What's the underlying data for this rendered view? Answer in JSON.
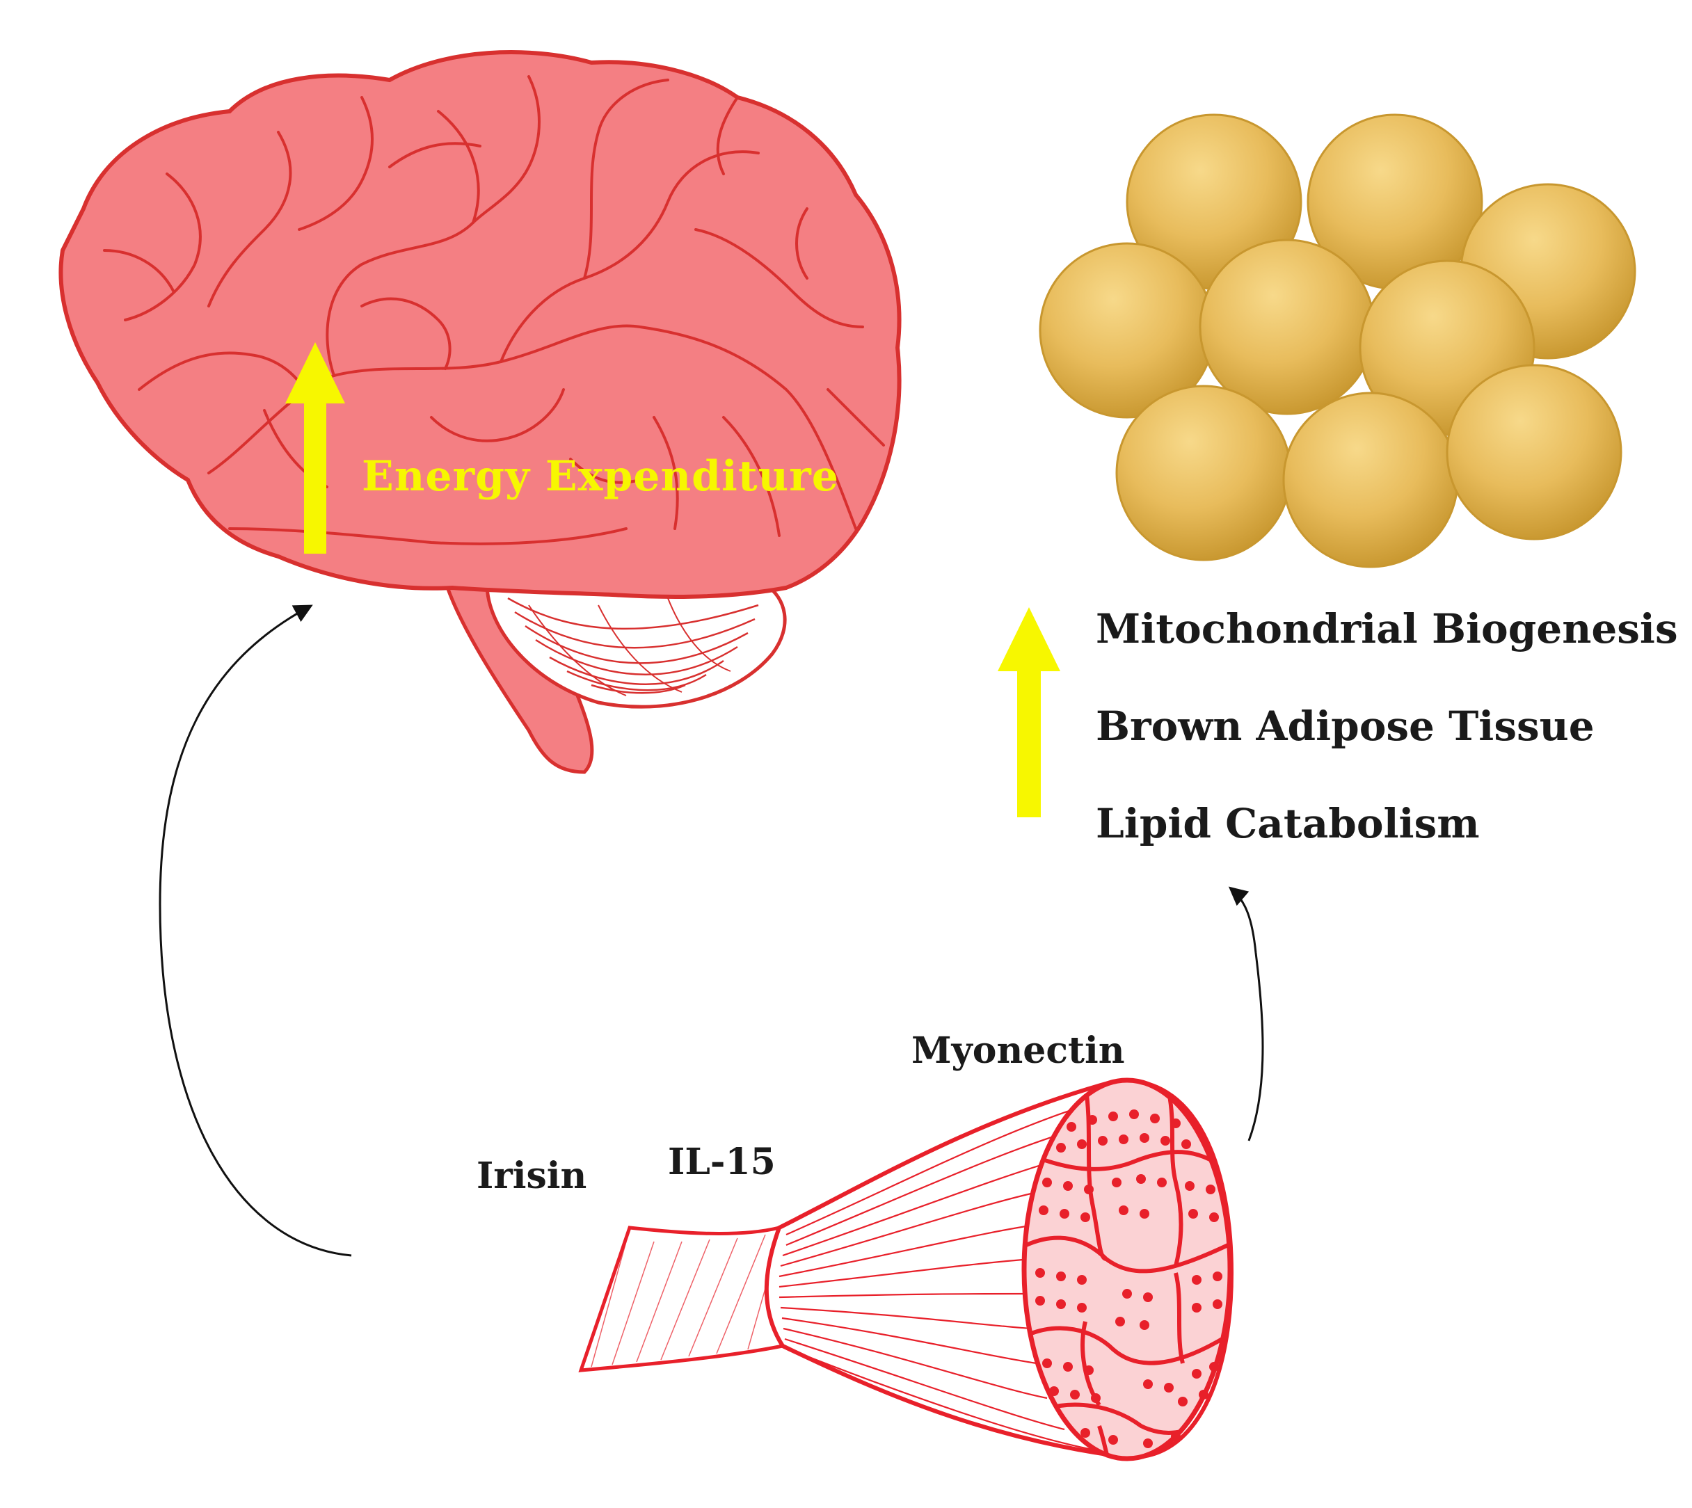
{
  "brain": {
    "label": "Energy Expenditure"
  },
  "adipose": {
    "effects": [
      "Mitochondrial Biogenesis",
      "Brown Adipose Tissue",
      "Lipid Catabolism"
    ]
  },
  "muscle": {
    "myokines": {
      "irisin": "Irisin",
      "il15": "IL-15",
      "myonectin": "Myonectin"
    }
  },
  "colors": {
    "brain_fill": "#f47f83",
    "brain_stroke": "#d8302f",
    "fat_fill": "#e8bc5c",
    "muscle": "#e8202a",
    "up_arrow": "#f7f700"
  }
}
